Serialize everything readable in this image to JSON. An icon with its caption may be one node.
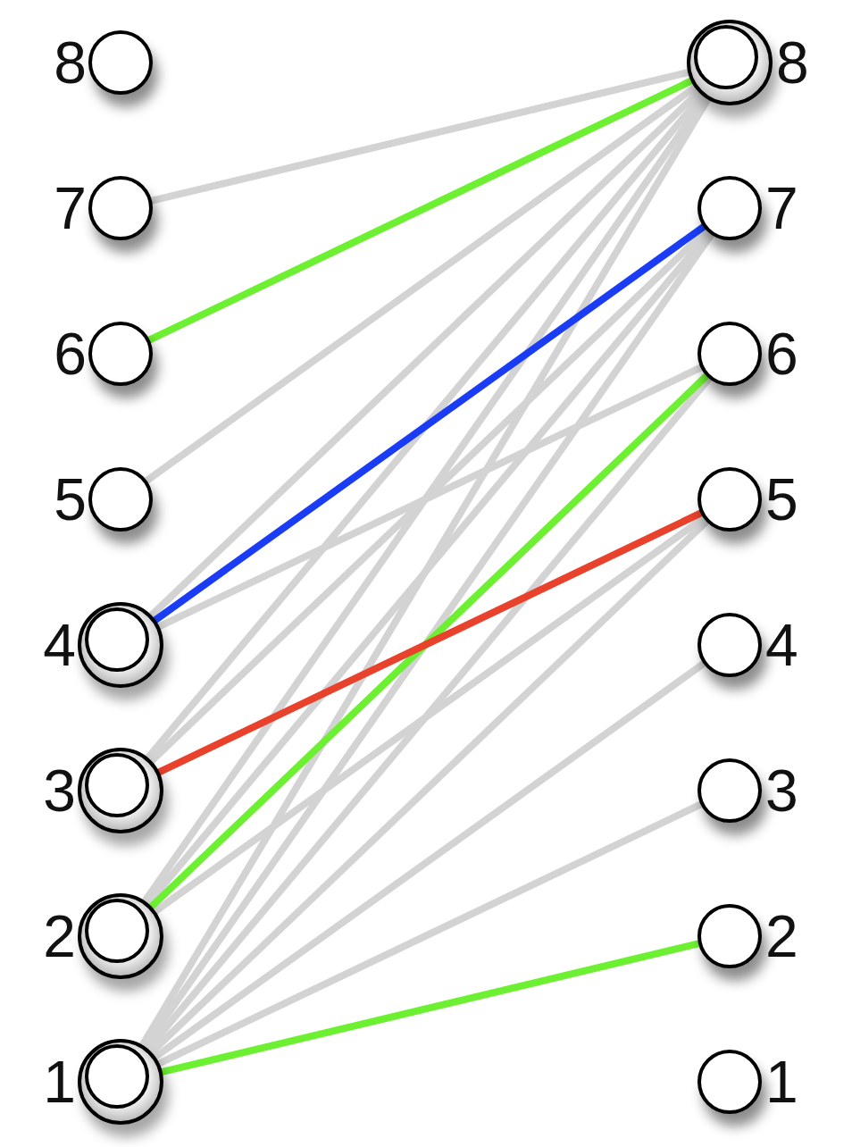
{
  "diagram": {
    "nodes": [
      {
        "text": [],
        "shape": "circle",
        "beside": [
          "8"
        ]
      },
      {
        "text": [],
        "shape": "circle",
        "beside": [
          "7"
        ]
      },
      {
        "text": [],
        "shape": "circle",
        "beside": [
          "6"
        ]
      },
      {
        "text": [],
        "shape": "circle",
        "beside": [
          "5"
        ]
      },
      {
        "text": [],
        "shape": "ring",
        "beside": [
          "4"
        ]
      },
      {
        "text": [],
        "shape": "ring",
        "beside": [
          "3"
        ]
      },
      {
        "text": [],
        "shape": "ring",
        "beside": [
          "2"
        ]
      },
      {
        "text": [],
        "shape": "ring",
        "beside": [
          "1"
        ]
      },
      {
        "text": [],
        "shape": "ring",
        "beside": [
          "8"
        ]
      },
      {
        "text": [],
        "shape": "circle",
        "beside": [
          "7"
        ]
      },
      {
        "text": [],
        "shape": "circle",
        "beside": [
          "6"
        ]
      },
      {
        "text": [],
        "shape": "circle",
        "beside": [
          "5"
        ]
      },
      {
        "text": [],
        "shape": "circle",
        "beside": [
          "4"
        ]
      },
      {
        "text": [],
        "shape": "circle",
        "beside": [
          "3"
        ]
      },
      {
        "text": [],
        "shape": "circle",
        "beside": [
          "2"
        ]
      },
      {
        "text": [],
        "shape": "circle",
        "beside": [
          "1"
        ]
      }
    ],
    "edges": [
      {
        "from": 1,
        "to": 8,
        "arrow": "none"
      },
      {
        "from": 3,
        "to": 8,
        "arrow": "none"
      },
      {
        "from": 4,
        "to": 8,
        "arrow": "none"
      },
      {
        "from": 5,
        "to": 8,
        "arrow": "none"
      },
      {
        "from": 6,
        "to": 8,
        "arrow": "none"
      },
      {
        "from": 7,
        "to": 8,
        "arrow": "none"
      },
      {
        "from": 5,
        "to": 9,
        "arrow": "none"
      },
      {
        "from": 6,
        "to": 9,
        "arrow": "none"
      },
      {
        "from": 7,
        "to": 9,
        "arrow": "none"
      },
      {
        "from": 4,
        "to": 10,
        "arrow": "none"
      },
      {
        "from": 7,
        "to": 10,
        "arrow": "none"
      },
      {
        "from": 6,
        "to": 11,
        "arrow": "none"
      },
      {
        "from": 7,
        "to": 11,
        "arrow": "none"
      },
      {
        "from": 7,
        "to": 12,
        "arrow": "none"
      },
      {
        "from": 7,
        "to": 13,
        "arrow": "none"
      },
      {
        "from": 2,
        "to": 8,
        "arrow": "none",
        "color": "#6ef032"
      },
      {
        "from": 4,
        "to": 9,
        "arrow": "none",
        "color": "#1a3cf5"
      },
      {
        "from": 6,
        "to": 10,
        "arrow": "none",
        "color": "#6ef032"
      },
      {
        "from": 5,
        "to": 11,
        "arrow": "none",
        "color": "#e8412c"
      },
      {
        "from": 7,
        "to": 14,
        "arrow": "none",
        "color": "#6ef032"
      }
    ]
  }
}
